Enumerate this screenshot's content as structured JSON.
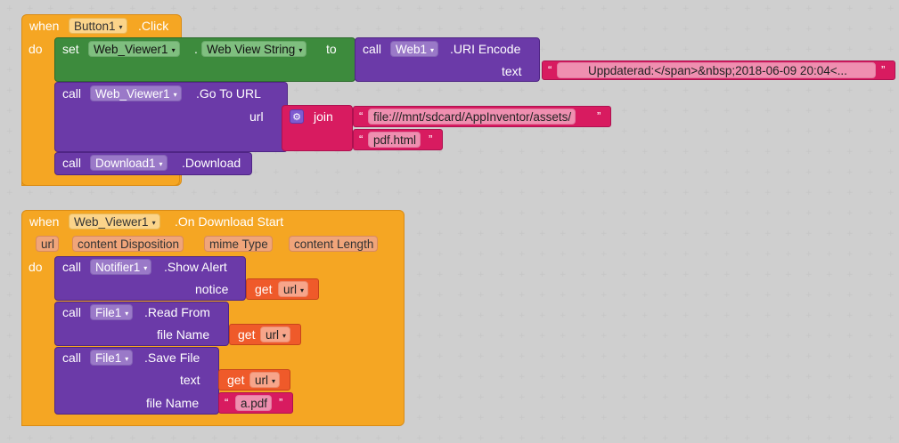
{
  "block1": {
    "when": "when",
    "component": "Button1",
    "event": ".Click",
    "do": "do",
    "set": {
      "set": "set",
      "component": "Web_Viewer1",
      "dot": ".",
      "property": "Web View String",
      "to": "to",
      "call": "call",
      "encode_component": "Web1",
      "encode_method": ".URI Encode",
      "text_label": "text",
      "text_value": "Uppdaterad:</span>&nbsp;2018-06-09 20:04<..."
    },
    "goto": {
      "call": "call",
      "component": "Web_Viewer1",
      "method": ".Go To URL",
      "url_label": "url",
      "join": "join",
      "part1": "file:///mnt/sdcard/AppInventor/assets/",
      "part2": "pdf.html"
    },
    "download": {
      "call": "call",
      "component": "Download1",
      "method": ".Download"
    }
  },
  "block2": {
    "when": "when",
    "component": "Web_Viewer1",
    "event": ".On Download Start",
    "params": [
      "url",
      "content Disposition",
      "mime Type",
      "content Length"
    ],
    "do": "do",
    "alert": {
      "call": "call",
      "component": "Notifier1",
      "method": ".Show Alert",
      "arg_label": "notice",
      "get": "get",
      "var": "url"
    },
    "read": {
      "call": "call",
      "component": "File1",
      "method": ".Read From",
      "arg_label": "file Name",
      "get": "get",
      "var": "url"
    },
    "save": {
      "call": "call",
      "component": "File1",
      "method": ".Save File",
      "text_label": "text",
      "get": "get",
      "var": "url",
      "filename_label": "file Name",
      "filename_value": "a.pdf"
    }
  },
  "glyphs": {
    "dropdown": "▾",
    "open_quote": "“",
    "close_quote": "”",
    "gear": "⚙"
  },
  "colors": {
    "event": "#f5a623",
    "component_call": "#6b3aa8",
    "setter": "#3d8b3d",
    "text": "#d81b60",
    "variable": "#ef5a2a"
  }
}
